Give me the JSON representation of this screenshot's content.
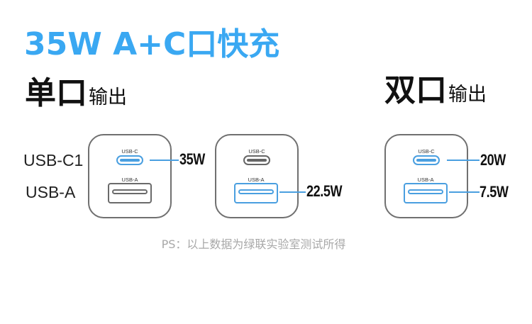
{
  "colors": {
    "title": "#3aa8f2",
    "accent": "#4a9fe0",
    "heading": "#111111",
    "note": "#a8a8a8",
    "box_border": "#707070"
  },
  "title": "35W A+C口快充",
  "sections": {
    "single": {
      "big": "单口",
      "small": "输出"
    },
    "dual": {
      "big": "双口",
      "small": "输出"
    }
  },
  "side_labels": {
    "usb_c": "USB-C1",
    "usb_a": "USB-A"
  },
  "chargers": [
    {
      "usb_c_label": "USB-C",
      "usb_a_label": "USB-A",
      "active_ports": [
        "usb-c"
      ],
      "usb_c_watt": "35W",
      "usb_a_watt": ""
    },
    {
      "usb_c_label": "USB-C",
      "usb_a_label": "USB-A",
      "active_ports": [
        "usb-a"
      ],
      "usb_c_watt": "",
      "usb_a_watt": "22.5W"
    },
    {
      "usb_c_label": "USB-C",
      "usb_a_label": "USB-A",
      "active_ports": [
        "usb-c",
        "usb-a"
      ],
      "usb_c_watt": "20W",
      "usb_a_watt": "7.5W"
    }
  ],
  "note": "PS：以上数据为绿联实验室测试所得"
}
